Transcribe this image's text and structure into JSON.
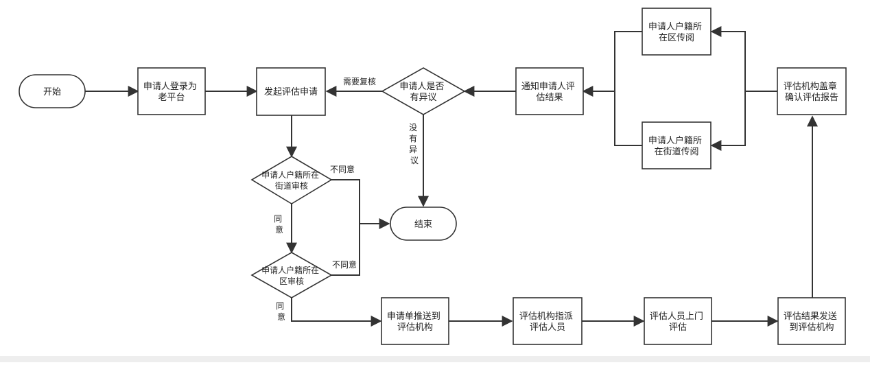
{
  "colors": {
    "stroke": "#333333",
    "fill": "#ffffff",
    "text": "#222222",
    "background": "#ffffff"
  },
  "nodes": {
    "start": {
      "lines": [
        "开始"
      ]
    },
    "login": {
      "lines": [
        "申请人登录为",
        "老平台"
      ]
    },
    "initiate": {
      "lines": [
        "发起评估申请"
      ]
    },
    "objection": {
      "lines": [
        "申请人是否",
        "有异议"
      ]
    },
    "notify": {
      "lines": [
        "通知申请人评",
        "估结果"
      ]
    },
    "district_publicity": {
      "lines": [
        "申请人户籍所",
        "在区传阅"
      ]
    },
    "street_publicity": {
      "lines": [
        "申请人户籍所",
        "在街道传阅"
      ]
    },
    "seal": {
      "lines": [
        "评估机构盖章",
        "确认评估报告"
      ]
    },
    "street_review": {
      "lines": [
        "申请人户籍所在",
        "街道审核"
      ]
    },
    "district_review": {
      "lines": [
        "申请人户籍所在",
        "区审核"
      ]
    },
    "end": {
      "lines": [
        "结束"
      ]
    },
    "push": {
      "lines": [
        "申请单推送到",
        "评估机构"
      ]
    },
    "assign": {
      "lines": [
        "评估机构指派",
        "评估人员"
      ]
    },
    "visit": {
      "lines": [
        "评估人员上门",
        "评估"
      ]
    },
    "send": {
      "lines": [
        "评估结果发送",
        "到评估机构"
      ]
    }
  },
  "edge_labels": {
    "need_recheck": {
      "lines": [
        "需要复核"
      ]
    },
    "no_objection": {
      "lines": [
        "没",
        "有",
        "异",
        "议"
      ]
    },
    "street_disagree": {
      "lines": [
        "不同意"
      ]
    },
    "street_agree": {
      "lines": [
        "同",
        "意"
      ]
    },
    "district_disagree": {
      "lines": [
        "不同意"
      ]
    },
    "district_agree": {
      "lines": [
        "同",
        "意"
      ]
    }
  }
}
